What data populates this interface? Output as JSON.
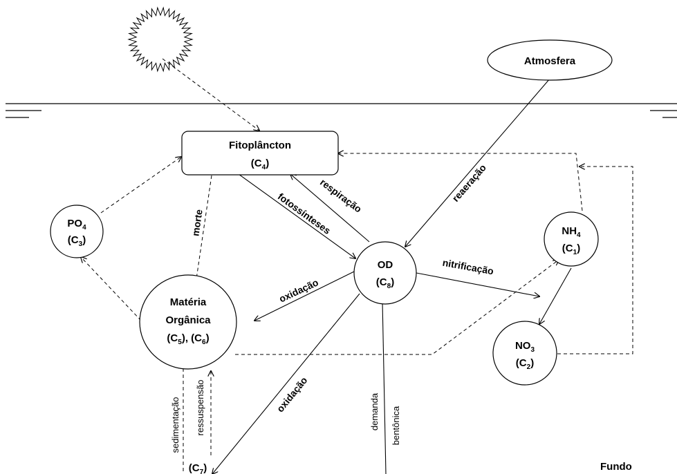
{
  "nodes": {
    "atmosfera": {
      "label": "Atmosfera"
    },
    "fitoplancton": {
      "line1": "Fitoplâncton",
      "sym": "C",
      "sub": "4"
    },
    "po4": {
      "name": "PO",
      "name_sub": "4",
      "sym": "C",
      "sub": "3"
    },
    "nh4": {
      "name": "NH",
      "name_sub": "4",
      "sym": "C",
      "sub": "1"
    },
    "no3": {
      "name": "NO",
      "name_sub": "3",
      "sym": "C",
      "sub": "2"
    },
    "od": {
      "line1": "OD",
      "sym": "C",
      "sub": "8"
    },
    "materia": {
      "line1": "Matéria",
      "line2": "Orgânica",
      "sym_a": "C",
      "sub_a": "5",
      "sym_b": "C",
      "sub_b": "6"
    },
    "c7": {
      "sym": "C",
      "sub": "7"
    }
  },
  "labels": {
    "respiracao": "respiração",
    "fotossinteses": "fotossínteses",
    "reaeracao": "reaeração",
    "morte": "morte",
    "oxidacao_materia": "oxidação",
    "nitrificacao": "nitrificação",
    "oxidacao_fundo": "oxidação",
    "demanda": "demanda",
    "bentonica": "bentônica",
    "sedimentacao": "sedimentação",
    "ressuspensao": "ressuspensão",
    "fundo": "Fundo"
  }
}
